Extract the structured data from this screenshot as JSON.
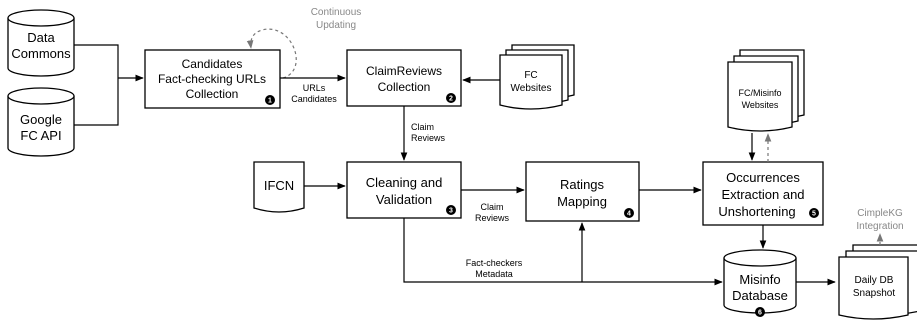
{
  "inputs": {
    "data_commons": [
      "Data",
      "Commons"
    ],
    "google_fc_api": [
      "Google",
      "FC API"
    ],
    "ifcn": "IFCN",
    "fc_websites": [
      "FC",
      "Websites"
    ],
    "fc_misinfo_websites": [
      "FC/Misinfo",
      "Websites"
    ]
  },
  "steps": {
    "candidates": {
      "lines": [
        "Candidates",
        "Fact-checking URLs",
        "Collection"
      ],
      "number": "1"
    },
    "claimreviews": {
      "lines": [
        "ClaimReviews",
        "Collection"
      ],
      "number": "2"
    },
    "cleaning": {
      "lines": [
        "Cleaning and",
        "Validation"
      ],
      "number": "3"
    },
    "ratings": {
      "lines": [
        "Ratings",
        "Mapping"
      ],
      "number": "4"
    },
    "occurrences": {
      "lines": [
        "Occurrences",
        "Extraction and",
        "Unshortening"
      ],
      "number": "5"
    },
    "database": {
      "lines": [
        "Misinfo",
        "Database"
      ],
      "number": "6"
    }
  },
  "outputs": {
    "snapshot": [
      "Daily DB",
      "Snapshot"
    ]
  },
  "edge_labels": {
    "continuous_updating": [
      "Continuous",
      "Updating"
    ],
    "urls_candidates": [
      "URLs",
      "Candidates"
    ],
    "claim_reviews_1": [
      "Claim",
      "Reviews"
    ],
    "claim_reviews_2": [
      "Claim",
      "Reviews"
    ],
    "factcheckers_metadata": [
      "Fact-checkers",
      "Metadata"
    ],
    "cimplekg": [
      "CimpleKG",
      "Integration"
    ]
  }
}
